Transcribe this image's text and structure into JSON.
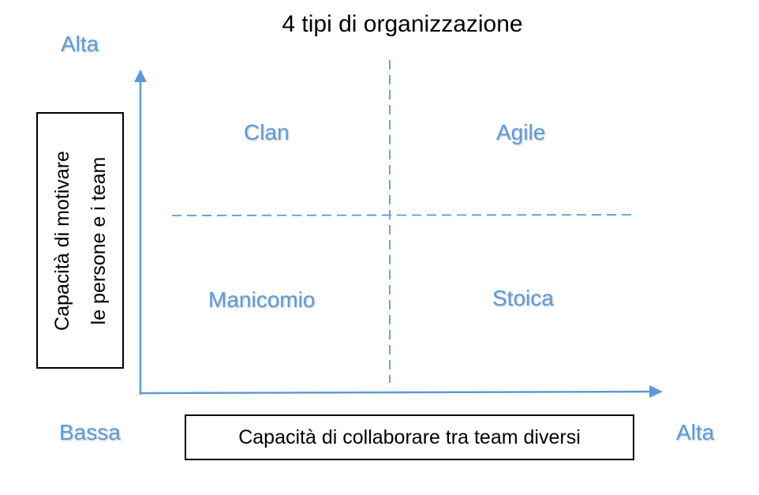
{
  "title": "4 tipi di organizzazione",
  "y_axis": {
    "top_label": "Alta",
    "box_line1": "Capacità di motivare",
    "box_line2": "le persone e i team"
  },
  "x_axis": {
    "left_label": "Bassa",
    "right_label": "Alta",
    "box_label": "Capacità di collaborare tra team diversi"
  },
  "quadrants": {
    "top_left": "Clan",
    "top_right": "Agile",
    "bottom_left": "Manicomio",
    "bottom_right": "Stoica"
  },
  "colors": {
    "accent": "#5b9bd5",
    "text": "#000000"
  }
}
